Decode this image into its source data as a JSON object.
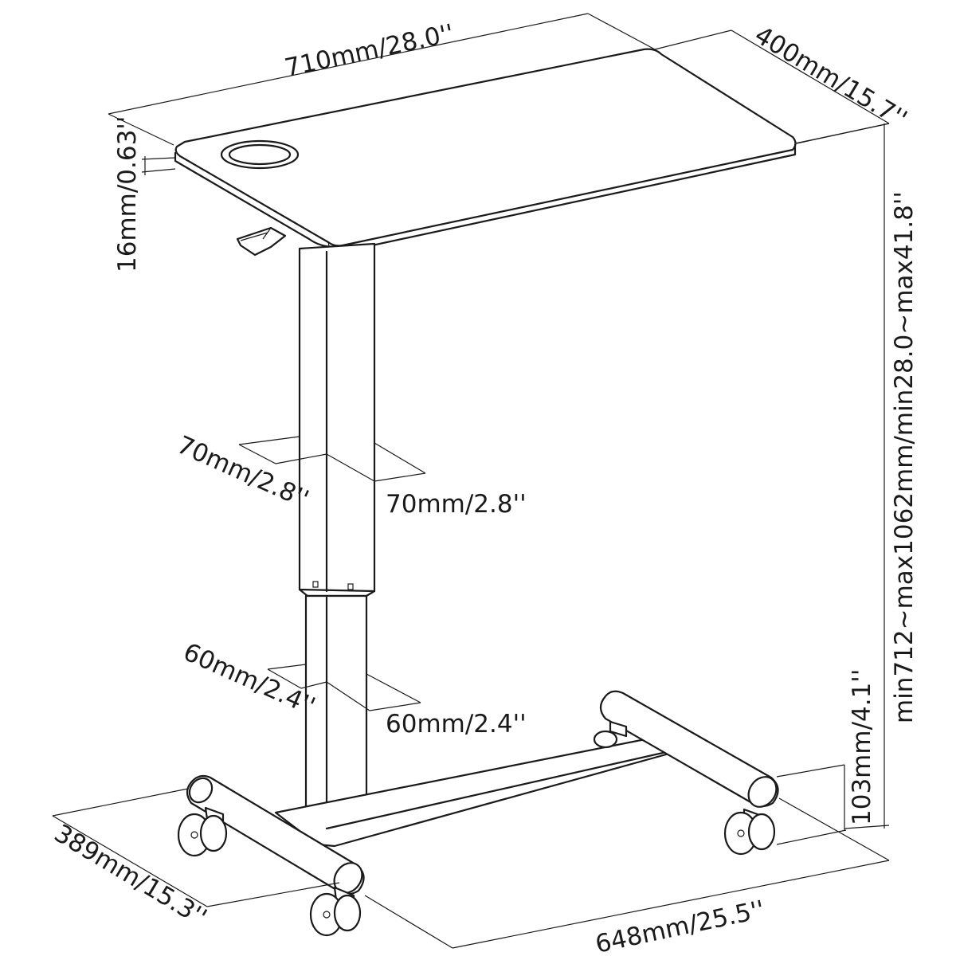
{
  "dimensions": {
    "top_width": "710mm/28.0''",
    "top_depth": "400mm/15.7''",
    "top_thickness": "16mm/0.63''",
    "height_range": "min712~max1062mm/min28.0~max41.8''",
    "upper_column_width": "70mm/2.8''",
    "upper_column_depth": "70mm/2.8''",
    "lower_column_width": "60mm/2.4''",
    "lower_column_depth": "60mm/2.4''",
    "base_depth": "389mm/15.3''",
    "base_width": "648mm/25.5''",
    "base_height": "103mm/4.1''"
  }
}
